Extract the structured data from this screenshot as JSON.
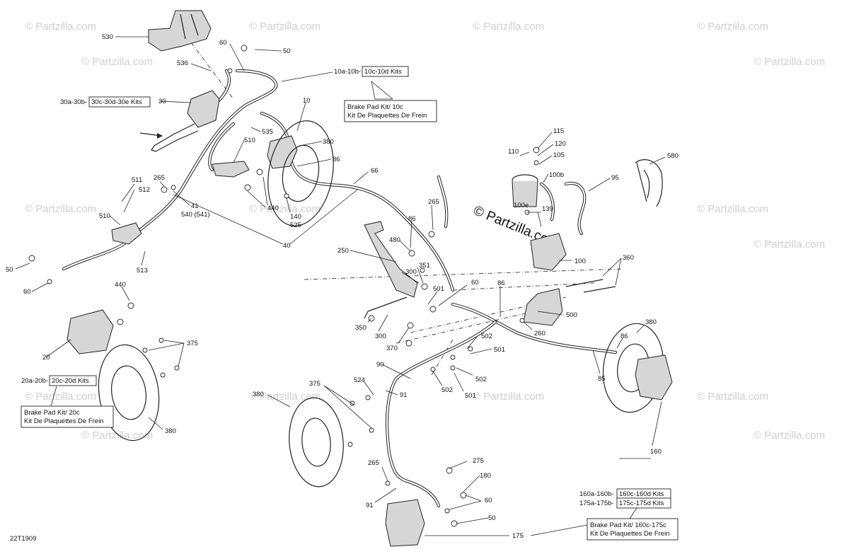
{
  "diagram_id": "22T1909",
  "watermark": "© Partzilla.com",
  "watermark_center": "© Partzilla.com",
  "callouts": [
    {
      "id": "c530",
      "text": "530"
    },
    {
      "id": "c60a",
      "text": "60"
    },
    {
      "id": "c50a",
      "text": "50"
    },
    {
      "id": "c536",
      "text": "536"
    },
    {
      "id": "c30",
      "text": "30"
    },
    {
      "id": "c10",
      "text": "10"
    },
    {
      "id": "c535",
      "text": "535"
    },
    {
      "id": "c380a",
      "text": "380"
    },
    {
      "id": "c510a",
      "text": "510"
    },
    {
      "id": "c86a",
      "text": "86"
    },
    {
      "id": "c66",
      "text": "66"
    },
    {
      "id": "c265a",
      "text": "265"
    },
    {
      "id": "c511",
      "text": "511"
    },
    {
      "id": "c512",
      "text": "512"
    },
    {
      "id": "c41",
      "text": "41"
    },
    {
      "id": "c540",
      "text": "540 (541)"
    },
    {
      "id": "c440a",
      "text": "440"
    },
    {
      "id": "c140",
      "text": "140"
    },
    {
      "id": "c525",
      "text": "525"
    },
    {
      "id": "c510b",
      "text": "510"
    },
    {
      "id": "c513",
      "text": "513"
    },
    {
      "id": "c40",
      "text": "40"
    },
    {
      "id": "c50b",
      "text": "50"
    },
    {
      "id": "c60b",
      "text": "60"
    },
    {
      "id": "c440b",
      "text": "440"
    },
    {
      "id": "c20",
      "text": "20"
    },
    {
      "id": "c375a",
      "text": "375"
    },
    {
      "id": "c380b",
      "text": "380"
    },
    {
      "id": "c380c",
      "text": "380"
    },
    {
      "id": "c265b",
      "text": "265"
    },
    {
      "id": "c86b",
      "text": "86"
    },
    {
      "id": "c480",
      "text": "480"
    },
    {
      "id": "c250",
      "text": "250"
    },
    {
      "id": "c351",
      "text": "351"
    },
    {
      "id": "c300a",
      "text": "300"
    },
    {
      "id": "c501a",
      "text": "501"
    },
    {
      "id": "c60c",
      "text": "60"
    },
    {
      "id": "c86c",
      "text": "86"
    },
    {
      "id": "c350",
      "text": "350"
    },
    {
      "id": "c300b",
      "text": "300"
    },
    {
      "id": "c370",
      "text": "370"
    },
    {
      "id": "c502a",
      "text": "502"
    },
    {
      "id": "c501b",
      "text": "501"
    },
    {
      "id": "c500",
      "text": "500"
    },
    {
      "id": "c260",
      "text": "260"
    },
    {
      "id": "c90",
      "text": "90"
    },
    {
      "id": "c524",
      "text": "524"
    },
    {
      "id": "c91a",
      "text": "91"
    },
    {
      "id": "c502b",
      "text": "502"
    },
    {
      "id": "c502c",
      "text": "502"
    },
    {
      "id": "c501c",
      "text": "501"
    },
    {
      "id": "c375b",
      "text": "375"
    },
    {
      "id": "c85",
      "text": "85"
    },
    {
      "id": "c86d",
      "text": "86"
    },
    {
      "id": "c380d",
      "text": "380"
    },
    {
      "id": "c160",
      "text": "160"
    },
    {
      "id": "c265c",
      "text": "265"
    },
    {
      "id": "c275",
      "text": "275"
    },
    {
      "id": "c180",
      "text": "180"
    },
    {
      "id": "c91b",
      "text": "91"
    },
    {
      "id": "c60d",
      "text": "60"
    },
    {
      "id": "c50c",
      "text": "50"
    },
    {
      "id": "c175",
      "text": "175"
    },
    {
      "id": "c115",
      "text": "115"
    },
    {
      "id": "c120",
      "text": "120"
    },
    {
      "id": "c110",
      "text": "110"
    },
    {
      "id": "c105",
      "text": "105"
    },
    {
      "id": "c100b",
      "text": "100b"
    },
    {
      "id": "c580",
      "text": "580"
    },
    {
      "id": "c95",
      "text": "95"
    },
    {
      "id": "c100e",
      "text": "100e"
    },
    {
      "id": "c139",
      "text": "139"
    },
    {
      "id": "c100",
      "text": "100"
    },
    {
      "id": "c360",
      "text": "360"
    }
  ],
  "kits": {
    "k10": {
      "a": "10a-10b-",
      "b": "10c-10d Kits"
    },
    "k10pad": {
      "l1": "Brake Pad Kit/ 10c",
      "l2": "Kit De Plaquettes De Frein"
    },
    "k30": {
      "a": "30a-30b-",
      "b": "30c-30d-30e Kits"
    },
    "k20": {
      "a": "20a-20b-",
      "b": "20c-20d Kits"
    },
    "k20pad": {
      "l1": "Brake Pad Kit/ 20c",
      "l2": "Kit De Plaquettes De Frein"
    },
    "k160": {
      "a": "160a-160b-",
      "b": "160c-160d Kits"
    },
    "k175": {
      "a": "175a-175b-",
      "b": "175c-175d Kits"
    },
    "k160pad": {
      "l1": "Brake Pad Kit/ 160c-175c",
      "l2": "Kit De Plaquettes De Frein"
    }
  }
}
